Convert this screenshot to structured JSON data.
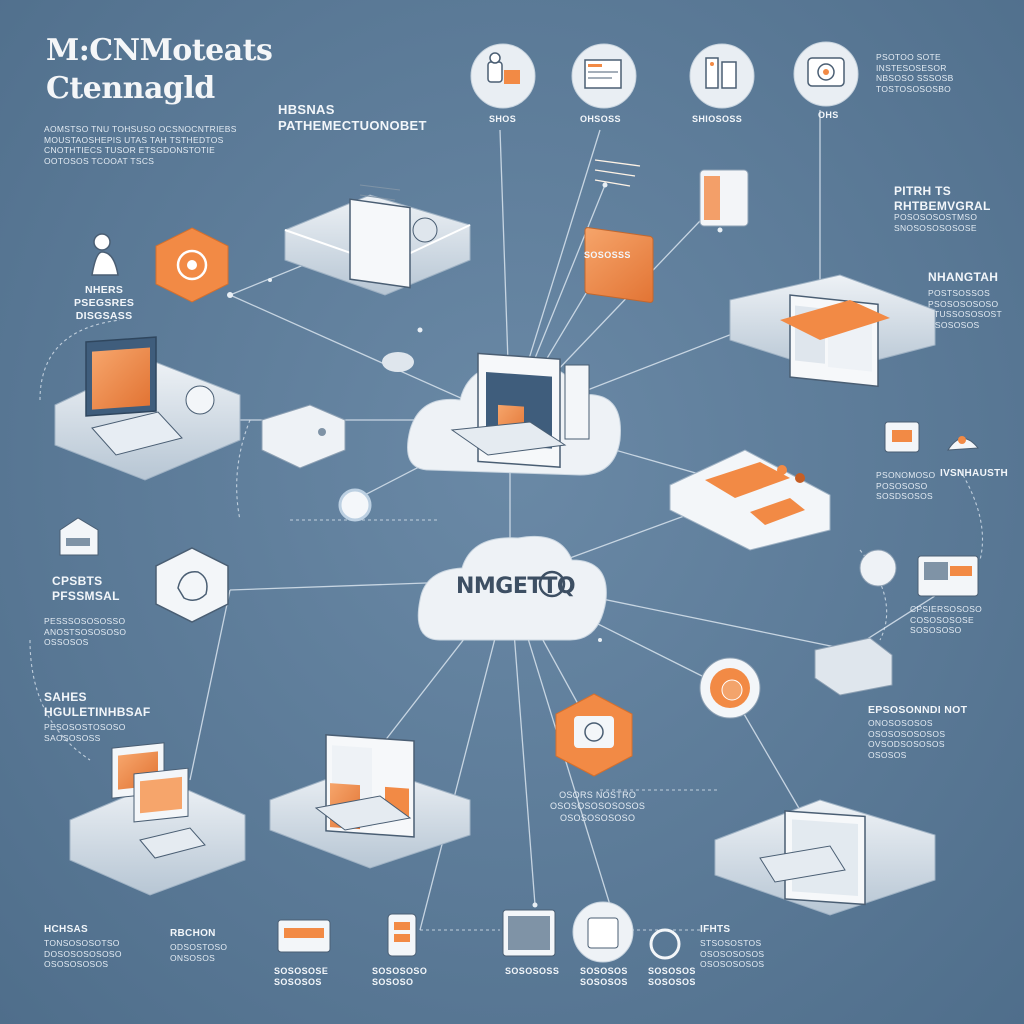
{
  "title": {
    "line1": "M:CNMoteats",
    "line2": "Ctennagld"
  },
  "colors": {
    "background": "#5d7d9b",
    "accent": "#f28a45",
    "device_white": "#eef2f6",
    "screen_blue": "#3f5d7c"
  },
  "cloud_center": {
    "label": "NMGETTQ"
  },
  "headings": {
    "top_center": [
      "HBSNAS",
      "PATHEMECTUONOBET"
    ],
    "right_1": [
      "PITRH TS",
      "RHTBEMVGRAL"
    ],
    "right_2": [
      "NHANGTAH"
    ],
    "left_mid": [
      "NHERS",
      "PSEGSRES",
      "DISGSASS"
    ],
    "left_2": [
      "CPSBTS",
      "PFSSMSAL"
    ],
    "left_3": [
      "SAHES",
      "HGULETINHBSAF"
    ],
    "right_3": [
      "IVSNHAUSTH"
    ],
    "right_4": [
      "EPSOSONNDI NOT"
    ],
    "bottom_1": [
      "HCHSAS"
    ],
    "bottom_2": [
      "RBCHON"
    ],
    "bottom_3": [
      "IFHTS"
    ]
  },
  "small_text": {
    "top_left": [
      "AOMSTSO TNU TOHSUSO OCSNOCNTRIEBS",
      "MOUSTAOSHEPIS UTAS TAH TSTHEDTOS",
      "CNOTHTIECS TUSOR ETSGDONSTOTIE",
      "OOTOSOS TCOOAT TSCS"
    ],
    "top_right": [
      "PSOTOO SOTE",
      "INSTESOSESOR",
      "NBSOSO SSSOSB",
      "TOSTOSOSOSBO"
    ],
    "right_1": [
      "POSOSOSOSTMSO",
      "SNOSOSOSOSOSE"
    ],
    "right_2": [
      "POSTSOSSOS",
      "PSOSOSOSOSO",
      "STUSSOSOSOST",
      "OSOSOSOS"
    ],
    "left_2": [
      "PESSSOSOSOSSO",
      "ANOSTSOSOSOSO",
      "OSSOSOS"
    ],
    "left_3": [
      "PESOSOSTOSOSO",
      "SAOSOSOSS"
    ],
    "right_3": [
      "PSONOMOSO",
      "POSOSOSO",
      "SOSDSOSOS"
    ],
    "right_4": [
      "ONOSOSOSOS",
      "OSOSOSOSOSOS",
      "OVSODSOSOSOS",
      "OSOSOS"
    ],
    "right_5": [
      "CPSIERSOSOSO",
      "COSOSOSOSE",
      "SOSOSOSO"
    ],
    "center_bottom": [
      "OSORS NOSTRO",
      "OSOSOSOSOSOSOS",
      "OSOSOSOSOSO"
    ],
    "bottom_1": [
      "TONSOSOSOTSO",
      "DOSOSOSOSOSO",
      "OSOSOSOSOS"
    ],
    "bottom_2": [
      "ODSOSTOSO",
      "ONSOSOS"
    ],
    "bottom_3": [
      "STSOSOSTOS",
      "OSOSOSOSOS",
      "OSOSOSOSOS"
    ]
  },
  "labels": {
    "icon_1": "SHOS",
    "icon_2": "OHSOSS",
    "icon_3": "SHIOSOSS",
    "icon_4": "OHS",
    "mid_top": "SOSOSSS",
    "bot_icon_1": [
      "SOSOSOSE",
      "SOSOSOS"
    ],
    "bot_icon_2": [
      "SOSOSOSO",
      "SOSOSO"
    ],
    "bot_icon_3": [
      "SOSOSOSS"
    ],
    "bot_icon_4": [
      "SOSOSOS",
      "SOSOSOS"
    ],
    "bot_icon_5": [
      "SOSOSOS",
      "SOSOSOS"
    ]
  }
}
